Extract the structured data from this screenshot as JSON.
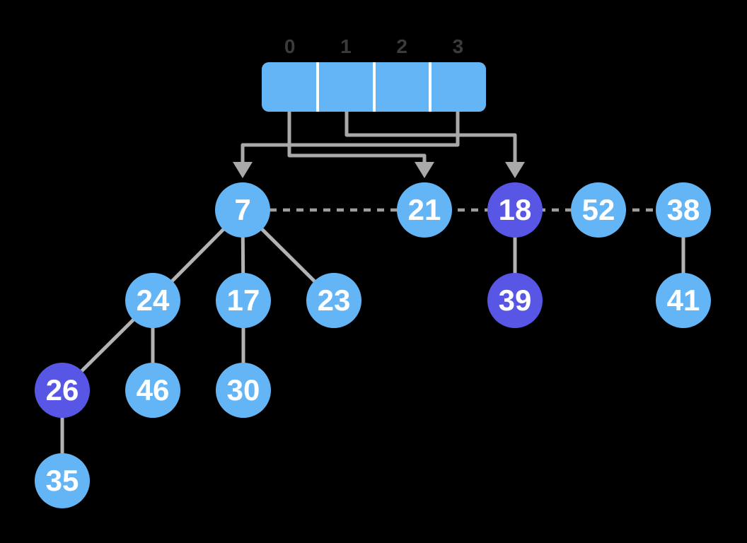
{
  "diagram": {
    "kind": "fibonacci-heap-consolidation",
    "array": {
      "indices": [
        "0",
        "1",
        "2",
        "3"
      ],
      "cell_count": 4,
      "pointers": [
        {
          "from_index": "0",
          "to_node": "21"
        },
        {
          "from_index": "1",
          "to_node": "18"
        },
        {
          "from_index": "3",
          "to_node": "7"
        }
      ]
    },
    "root_list": [
      "7",
      "21",
      "18",
      "52",
      "38"
    ],
    "nodes": {
      "n7": {
        "value": "7",
        "marked": false
      },
      "n21": {
        "value": "21",
        "marked": false
      },
      "n18": {
        "value": "18",
        "marked": true
      },
      "n52": {
        "value": "52",
        "marked": false
      },
      "n38": {
        "value": "38",
        "marked": false
      },
      "n24": {
        "value": "24",
        "marked": false
      },
      "n17": {
        "value": "17",
        "marked": false
      },
      "n23": {
        "value": "23",
        "marked": false
      },
      "n39": {
        "value": "39",
        "marked": true
      },
      "n41": {
        "value": "41",
        "marked": false
      },
      "n26": {
        "value": "26",
        "marked": true
      },
      "n46": {
        "value": "46",
        "marked": false
      },
      "n30": {
        "value": "30",
        "marked": false
      },
      "n35": {
        "value": "35",
        "marked": false
      }
    },
    "tree_edges": [
      [
        "7",
        "24"
      ],
      [
        "7",
        "17"
      ],
      [
        "7",
        "23"
      ],
      [
        "24",
        "26"
      ],
      [
        "24",
        "46"
      ],
      [
        "17",
        "30"
      ],
      [
        "26",
        "35"
      ],
      [
        "18",
        "39"
      ],
      [
        "38",
        "41"
      ]
    ],
    "colors": {
      "node": "#64b5f6",
      "node_marked": "#5857e5",
      "node_text": "#ffffff",
      "array_fill": "#64b5f6",
      "array_divider": "#ffffff",
      "index_text": "#3b3b3b",
      "pointer_arrow": "#a9a9a9",
      "tree_edge": "#b3b3b3",
      "root_link_dash": "#9e9e9e",
      "background": "#000000"
    }
  }
}
